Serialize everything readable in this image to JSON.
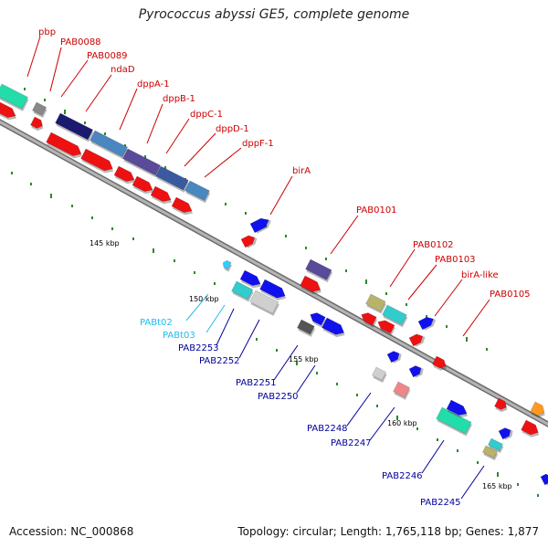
{
  "title": "Pyrococcus abyssi GE5, complete genome",
  "footer": {
    "accession": "Accession: NC_000868",
    "topology": "Topology: circular; Length: 1,765,118 bp; Genes: 1,877"
  },
  "colors": {
    "backbone": "#9a9a9a",
    "label_red": "#cc0000",
    "label_blue": "#000099",
    "label_cyan": "#22bbee",
    "tick": "#2a8a2a"
  },
  "scale_labels": [
    "145 kbp",
    "150 kbp",
    "155 kbp",
    "160 kbp",
    "165 kbp"
  ],
  "gene_labels_forward": [
    "pbp",
    "PAB0088",
    "PAB0089",
    "ndaD",
    "dppA-1",
    "dppB-1",
    "dppC-1",
    "dppD-1",
    "dppF-1",
    "birA",
    "PAB0101",
    "PAB0102",
    "PAB0103",
    "birA-like",
    "PAB0105"
  ],
  "trna_labels": [
    "PABt02",
    "PABt03"
  ],
  "gene_labels_reverse": [
    "PAB2253",
    "PAB2252",
    "PAB2251",
    "PAB2250",
    "PAB2248",
    "PAB2247",
    "PAB2246",
    "PAB2245"
  ]
}
